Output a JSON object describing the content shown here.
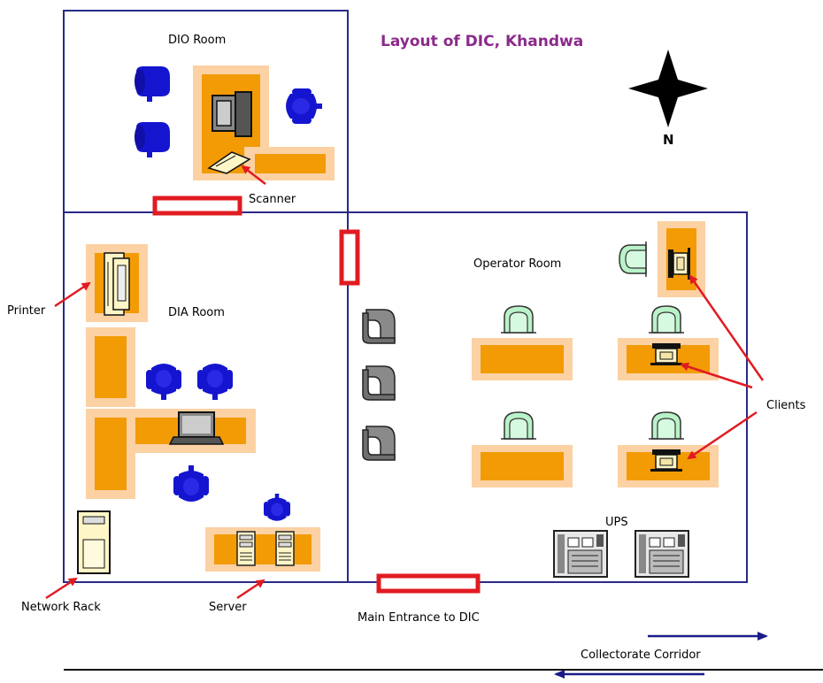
{
  "title": "Layout of DIC, Khandwa",
  "compass_label": "N",
  "rooms": {
    "dio": "DIO Room",
    "dia": "DIA Room",
    "operator": "Operator Room"
  },
  "labels": {
    "scanner": "Scanner",
    "printer": "Printer",
    "network_rack": "Network Rack",
    "server": "Server",
    "ups": "UPS",
    "clients": "Clients",
    "main_entrance": "Main Entrance to DIC",
    "corridor": "Collectorate Corridor"
  },
  "colors": {
    "wall": "#2a2a86",
    "desk": "#f29b05",
    "desk_pad": "#fcd1a3",
    "door": "#e11b22",
    "chair_blue": "#1515d0",
    "chair_green": "#b9f2c8",
    "chair_grey": "#8a8a8a",
    "title": "#8b2a8b",
    "arrow": "#e11b22",
    "corridor_arrow": "#1a1a8a"
  }
}
